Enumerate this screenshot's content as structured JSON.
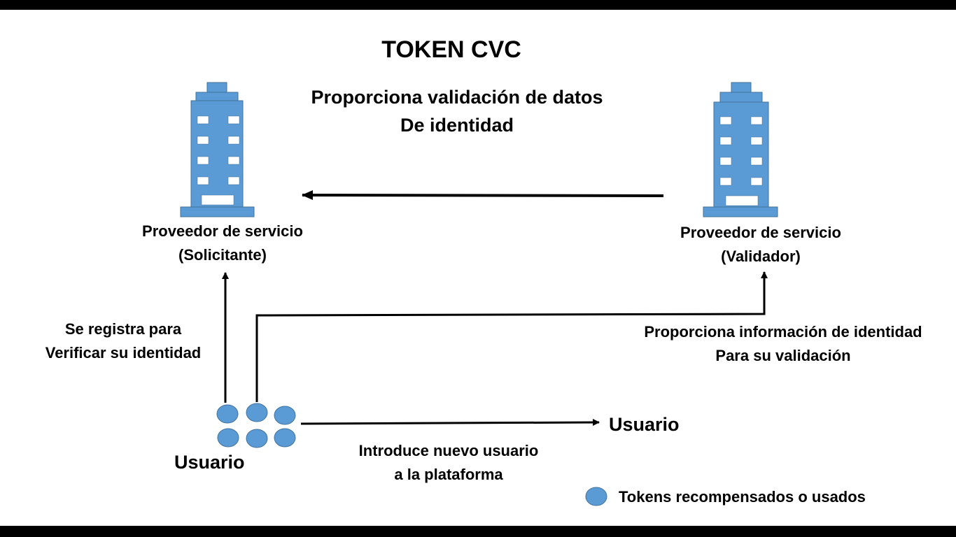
{
  "title": "TOKEN CVC",
  "colors": {
    "building": "#5B9BD5",
    "building_border": "#41719C",
    "token": "#5B9BD5",
    "arrow": "#000000",
    "background": "#ffffff",
    "frame": "#000000"
  },
  "validation_label": {
    "line1": "Proporciona validación de datos",
    "line2": "De identidad"
  },
  "requester": {
    "icon": "building-icon",
    "line1": "Proveedor de servicio",
    "line2": "(Solicitante)"
  },
  "validator": {
    "icon": "building-icon",
    "line1": "Proveedor de servicio",
    "line2": "(Validador)"
  },
  "register_label": {
    "line1": "Se registra para",
    "line2": "Verificar su identidad"
  },
  "identity_info_label": {
    "line1": "Proporciona información de identidad",
    "line2": "Para su validación"
  },
  "user_left": "Usuario",
  "user_right": "Usuario",
  "introduce_label": {
    "line1": "Introduce nuevo usuario",
    "line2": "a la plataforma"
  },
  "legend": {
    "icon": "token-icon",
    "label": "Tokens recompensados o usados"
  }
}
